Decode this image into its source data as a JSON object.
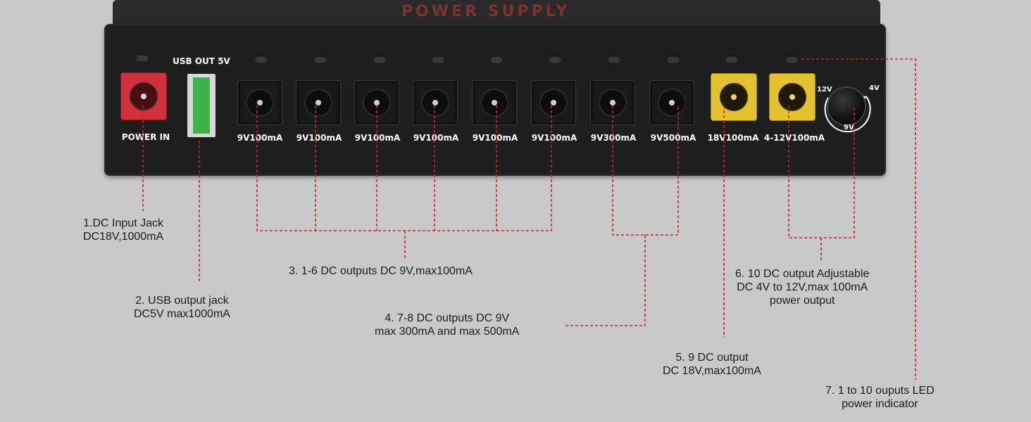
{
  "brand_text": "POWER SUPPLY",
  "usb_label": "USB OUT 5V",
  "power_label": "POWER  IN",
  "port_labels": [
    "9V100mA",
    "9V100mA",
    "9V100mA",
    "9V100mA",
    "9V100mA",
    "9V100mA",
    "9V300mA",
    "9V500mA",
    "18V100mA",
    "4-12V100mA"
  ],
  "knob": {
    "left": "12V",
    "right": "4V",
    "bottom": "9V"
  },
  "colors": {
    "background": "#c9c9c9",
    "device": "#1e1e1f",
    "power_jack": "#d2303a",
    "high_voltage_jack": "#e3c12f",
    "usb_insert": "#3eb24a",
    "callout_line": "#cc2222"
  },
  "callouts": [
    {
      "lines": [
        "1.DC Input Jack",
        "DC18V,1000mA"
      ]
    },
    {
      "lines": [
        "2. USB output jack",
        "DC5V max1000mA"
      ]
    },
    {
      "lines": [
        "3. 1-6 DC outputs DC 9V,max100mA"
      ]
    },
    {
      "lines": [
        "4. 7-8 DC outputs DC 9V",
        "max 300mA and max 500mA"
      ]
    },
    {
      "lines": [
        "5. 9 DC output",
        "DC 18V,max100mA"
      ]
    },
    {
      "lines": [
        "6. 10 DC output Adjustable",
        "DC 4V to 12V,max 100mA",
        "power output"
      ]
    },
    {
      "lines": [
        "7. 1 to 10 ouputs LED",
        "power indicator"
      ]
    }
  ]
}
